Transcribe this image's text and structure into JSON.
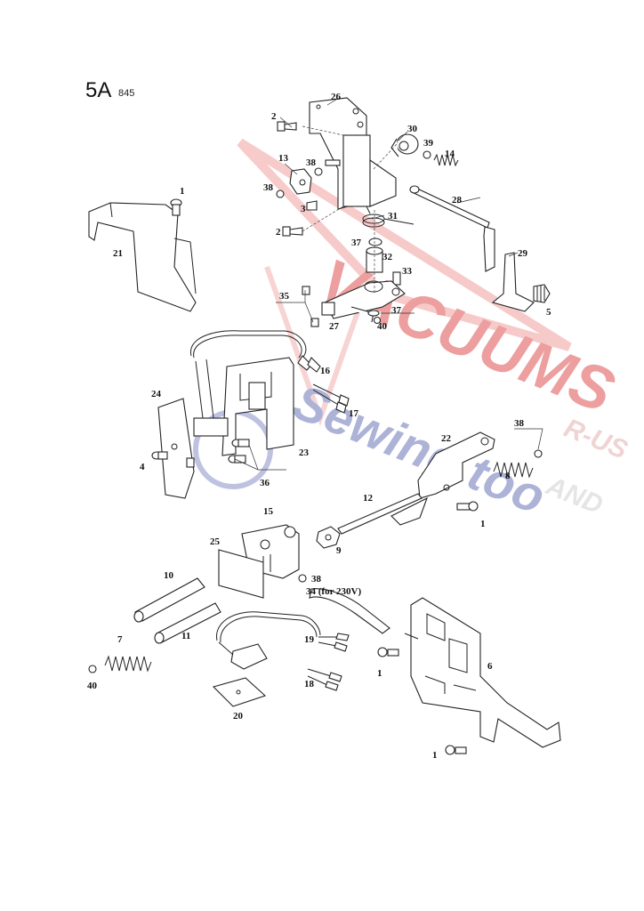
{
  "header": {
    "title": "5A",
    "model": "845"
  },
  "watermark": {
    "primary": "VACUUMS",
    "suffix": "R-US",
    "connector": "AND",
    "secondary": "Sewing too",
    "color_red": "#e05050",
    "color_blue": "#6b74b8"
  },
  "callouts": {
    "c1a": "1",
    "c1b": "1",
    "c1c": "1",
    "c1d": "1",
    "c2a": "2",
    "c2b": "2",
    "c3": "3",
    "c4": "4",
    "c5": "5",
    "c6": "6",
    "c7": "7",
    "c8": "8",
    "c9": "9",
    "c10": "10",
    "c11": "11",
    "c12": "12",
    "c13": "13",
    "c14": "14",
    "c15": "15",
    "c16": "16",
    "c17": "17",
    "c18": "18",
    "c19": "19",
    "c20": "20",
    "c21": "21",
    "c22": "22",
    "c23": "23",
    "c24": "24",
    "c25": "25",
    "c26": "26",
    "c27": "27",
    "c28": "28",
    "c29": "29",
    "c30": "30",
    "c31": "31",
    "c32": "32",
    "c33": "33",
    "c34": "34 (for 230V)",
    "c35": "35",
    "c36": "36",
    "c37a": "37",
    "c37b": "37",
    "c38a": "38",
    "c38b": "38",
    "c38c": "38",
    "c38d": "38",
    "c39": "39",
    "c40a": "40",
    "c40b": "40"
  }
}
